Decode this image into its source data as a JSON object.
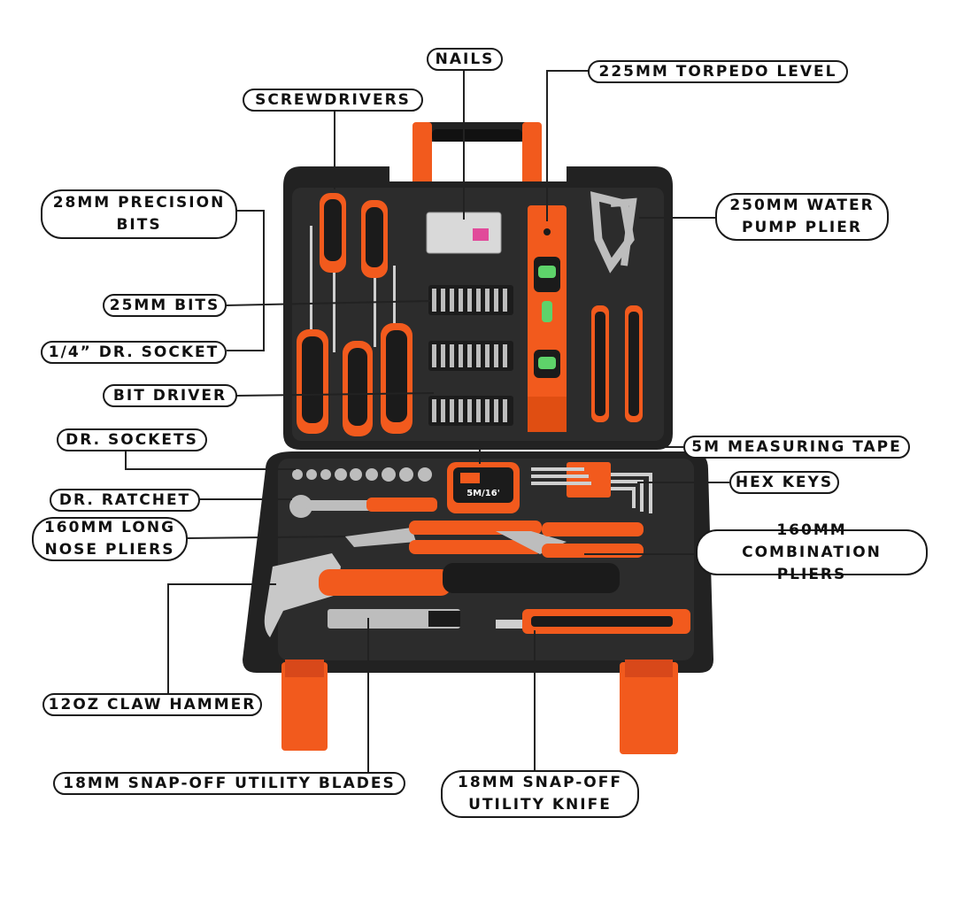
{
  "colors": {
    "accent": "#f25a1d",
    "case": "#222222",
    "case_inner": "#2c2c2c",
    "leader": "#222222"
  },
  "callouts": [
    {
      "id": "nails",
      "text": "NAILS"
    },
    {
      "id": "torpedo",
      "text": "225MM TORPEDO LEVEL"
    },
    {
      "id": "screwdrivers",
      "text": "SCREWDRIVERS"
    },
    {
      "id": "precision",
      "text": "28MM PRECISION BITS"
    },
    {
      "id": "waterpump",
      "text": "250MM WATER PUMP PLIER"
    },
    {
      "id": "bits25",
      "text": "25MM BITS"
    },
    {
      "id": "socket14",
      "text": "1/4” DR. SOCKET"
    },
    {
      "id": "bitdriver",
      "text": "BIT DRIVER"
    },
    {
      "id": "sockets",
      "text": "DR. SOCKETS"
    },
    {
      "id": "tape",
      "text": "5M MEASURING TAPE"
    },
    {
      "id": "ratchet",
      "text": "DR. RATCHET"
    },
    {
      "id": "hexkeys",
      "text": "HEX KEYS"
    },
    {
      "id": "longnose",
      "text": "160MM LONG NOSE PLIERS"
    },
    {
      "id": "combination",
      "text": "160MM COMBINATION PLIERS"
    },
    {
      "id": "hammer",
      "text": "12OZ CLAW HAMMER"
    },
    {
      "id": "blades",
      "text": "18MM SNAP-OFF UTILITY BLADES"
    },
    {
      "id": "knife",
      "text": "18MM SNAP-OFF UTILITY KNIFE"
    }
  ],
  "tape_marking": "5M/16'"
}
